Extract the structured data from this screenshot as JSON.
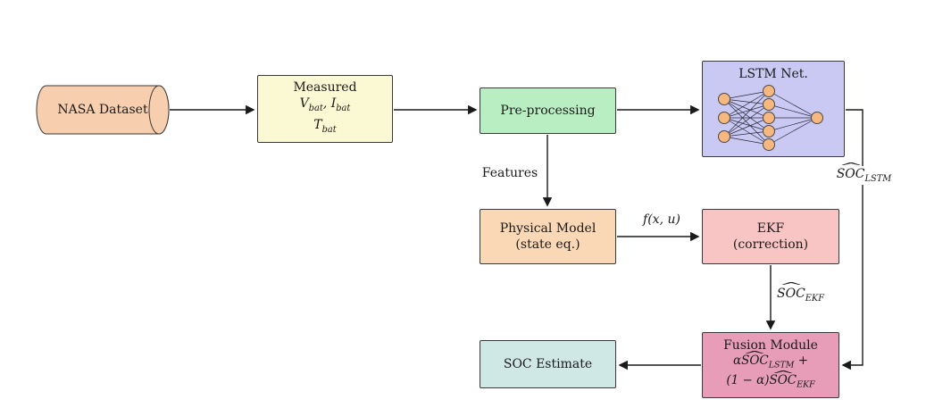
{
  "nodes": {
    "nasa": {
      "label": "NASA Dataset"
    },
    "measured": {
      "title": "Measured",
      "v": "V",
      "i": "I",
      "t": "T",
      "sub_bat": "bat",
      "sep": ", "
    },
    "preprocessing": {
      "label": "Pre-processing"
    },
    "lstm": {
      "label": "LSTM Net."
    },
    "physical": {
      "line1": "Physical Model",
      "line2": "(state eq.)"
    },
    "ekf": {
      "line1": "EKF",
      "line2": "(correction)"
    },
    "fusion": {
      "title": "Fusion Module",
      "alpha": "α",
      "soc": "SOC",
      "hat": "^",
      "sub_lstm": "LSTM",
      "plus": " +",
      "coeff": "(1 − α)",
      "sub_ekf": "EKF"
    },
    "soc_estimate": {
      "label": "SOC Estimate"
    }
  },
  "edge_labels": {
    "features": "Features",
    "fxu": "f(x, u)",
    "soc": "SOC",
    "hat": "^",
    "sub_lstm": "LSTM",
    "sub_ekf": "EKF"
  },
  "colors": {
    "nasa_fill": "#f8cfae",
    "measured_fill": "#fbf8d4",
    "preprocessing_fill": "#b8eec2",
    "lstm_fill": "#c9c9f4",
    "neuron_fill": "#f6b87e",
    "physical_fill": "#fad8b5",
    "ekf_fill": "#f9c4c4",
    "fusion_fill": "#e79cb8",
    "soc_estimate_fill": "#cfe8e5",
    "arrow": "#1a1a1a"
  }
}
